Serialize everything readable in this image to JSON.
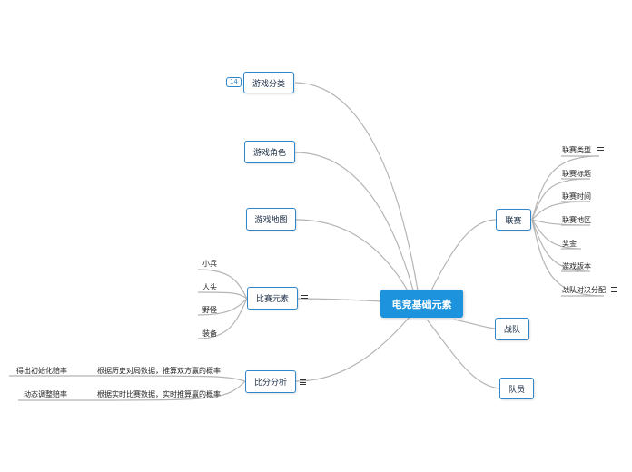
{
  "center": "电竞基础元素",
  "left_branches": {
    "game_category": "游戏分类",
    "game_category_badge": "14",
    "game_role": "游戏角色",
    "game_map": "游戏地图",
    "match_elements": "比赛元素",
    "match_elements_items": [
      "小兵",
      "人头",
      "野怪",
      "装备"
    ],
    "score_analysis": "比分分析",
    "score_rows": [
      {
        "label": "得出初始化赔率",
        "detail": "根据历史对局数据，推算双方赢的概率"
      },
      {
        "label": "动态调整赔率",
        "detail": "根据实时比赛数据，实时推算赢的概率"
      }
    ]
  },
  "right_branches": {
    "league": "联赛",
    "league_items": [
      "联赛类型",
      "联赛标题",
      "联赛时间",
      "联赛地区",
      "奖金",
      "游戏版本",
      "战队对决分配"
    ],
    "team": "战队",
    "player": "队员"
  },
  "colors": {
    "center": "#1d93dd",
    "border": "#2f86c9",
    "link": "#b8b8b8"
  }
}
